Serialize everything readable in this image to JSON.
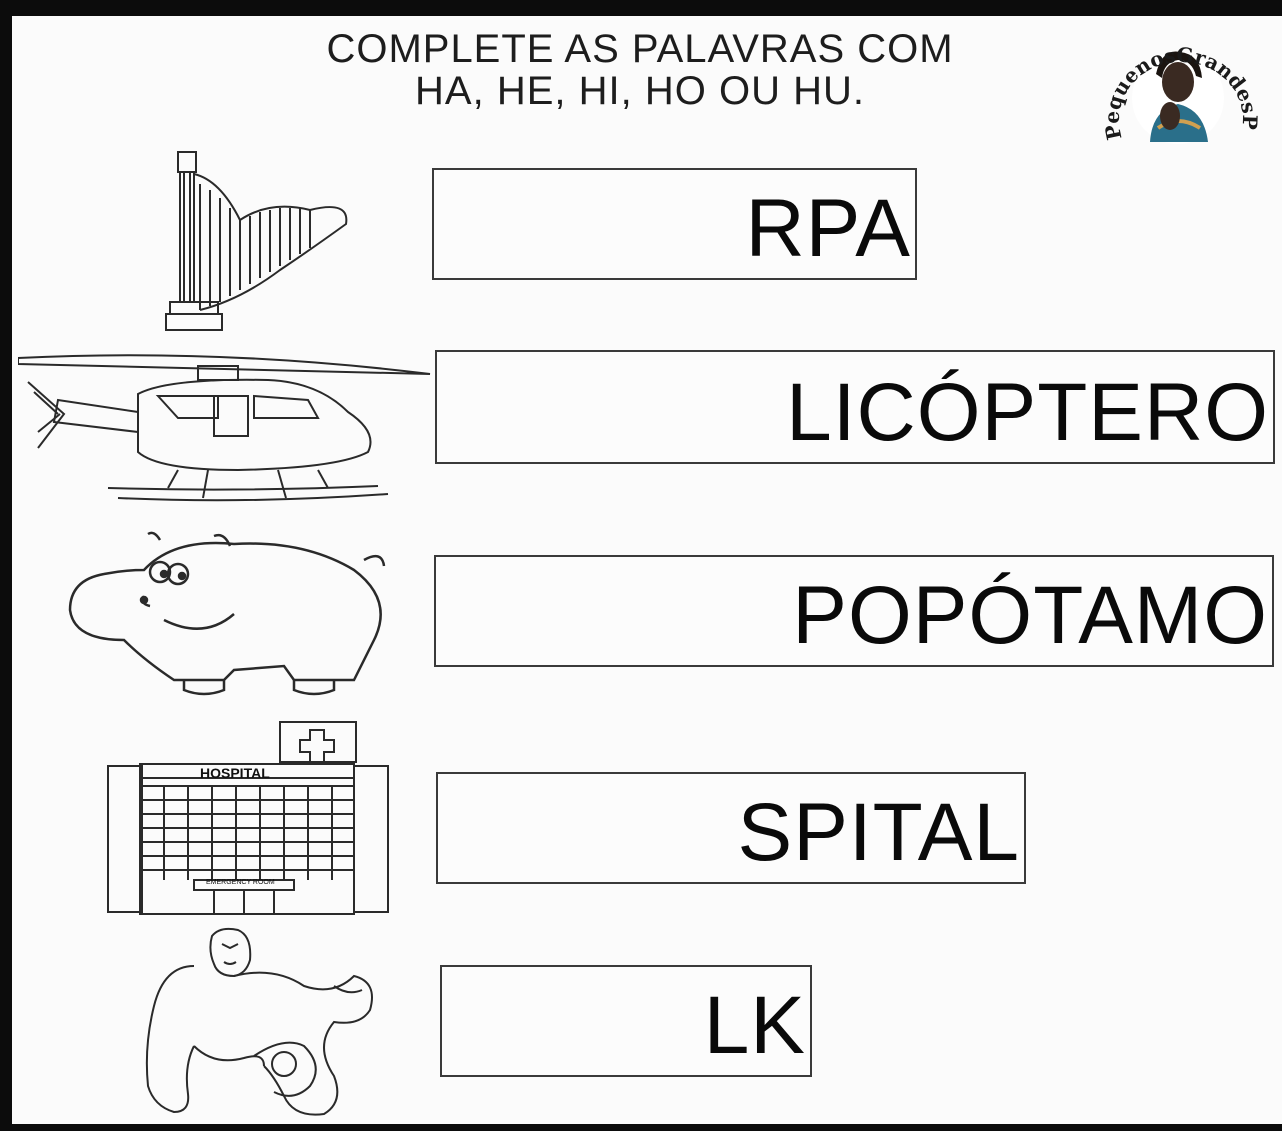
{
  "title": {
    "line1": "COMPLETE AS PALAVRAS COM",
    "line2": "HA, HE, HI, HO OU HU."
  },
  "logo": {
    "text": "PequenosGrandesPensantes"
  },
  "items": [
    {
      "picture": "harp-illustration",
      "word": "RPA"
    },
    {
      "picture": "helicopter-illustration",
      "word": "LICÓPTERO"
    },
    {
      "picture": "hippo-illustration",
      "word": "POPÓTAMO"
    },
    {
      "picture": "hospital-illustration",
      "word": "SPITAL",
      "sign": "HOSPITAL",
      "subsign": "EMERGENCY ROOM"
    },
    {
      "picture": "hulk-illustration",
      "word": "LK"
    }
  ]
}
